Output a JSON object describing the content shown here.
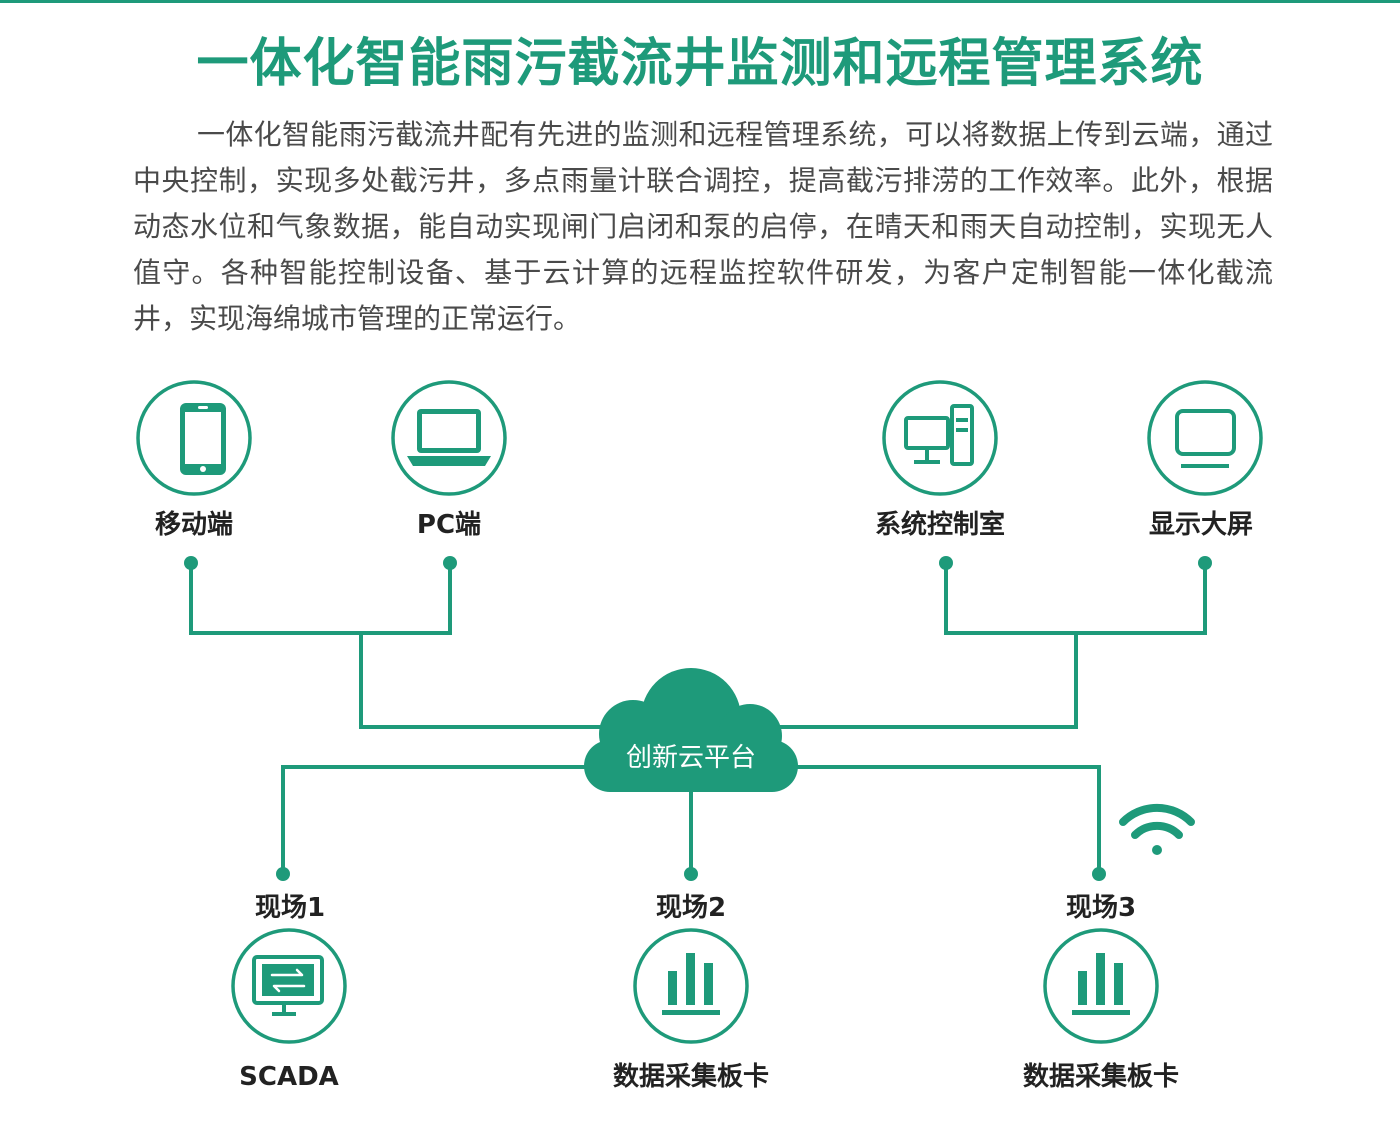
{
  "title": "一体化智能雨污截流井监测和远程管理系统",
  "intro": "一体化智能雨污截流井配有先进的监测和远程管理系统，可以将数据上传到云端，通过中央控制，实现多处截污井，多点雨量计联合调控，提高截污排涝的工作效率。此外，根据动态水位和气象数据，能自动实现闸门启闭和泵的启停，在晴天和雨天自动控制，实现无人值守。各种智能控制设备、基于云计算的远程监控软件研发，为客户定制智能一体化截流井，实现海绵城市管理的正常运行。",
  "colors": {
    "accent": "#1e9a7a",
    "text": "#4a4a4a",
    "label": "#222222"
  },
  "diagram": {
    "cloud": {
      "label": "创新云平台",
      "icon": "cloud-icon"
    },
    "terminals": [
      {
        "label": "移动端",
        "icon": "smartphone-icon"
      },
      {
        "label": "PC端",
        "icon": "laptop-icon"
      },
      {
        "label": "系统控制室",
        "icon": "workstation-icon"
      },
      {
        "label": "显示大屏",
        "icon": "monitor-icon"
      }
    ],
    "sites": [
      {
        "label": "现场1",
        "device": "SCADA",
        "icon": "scada-screen-icon"
      },
      {
        "label": "现场2",
        "device": "数据采集板卡",
        "icon": "bar-chart-icon"
      },
      {
        "label": "现场3",
        "device": "数据采集板卡",
        "icon": "bar-chart-icon"
      }
    ],
    "wireless_icon": "wifi-icon"
  }
}
